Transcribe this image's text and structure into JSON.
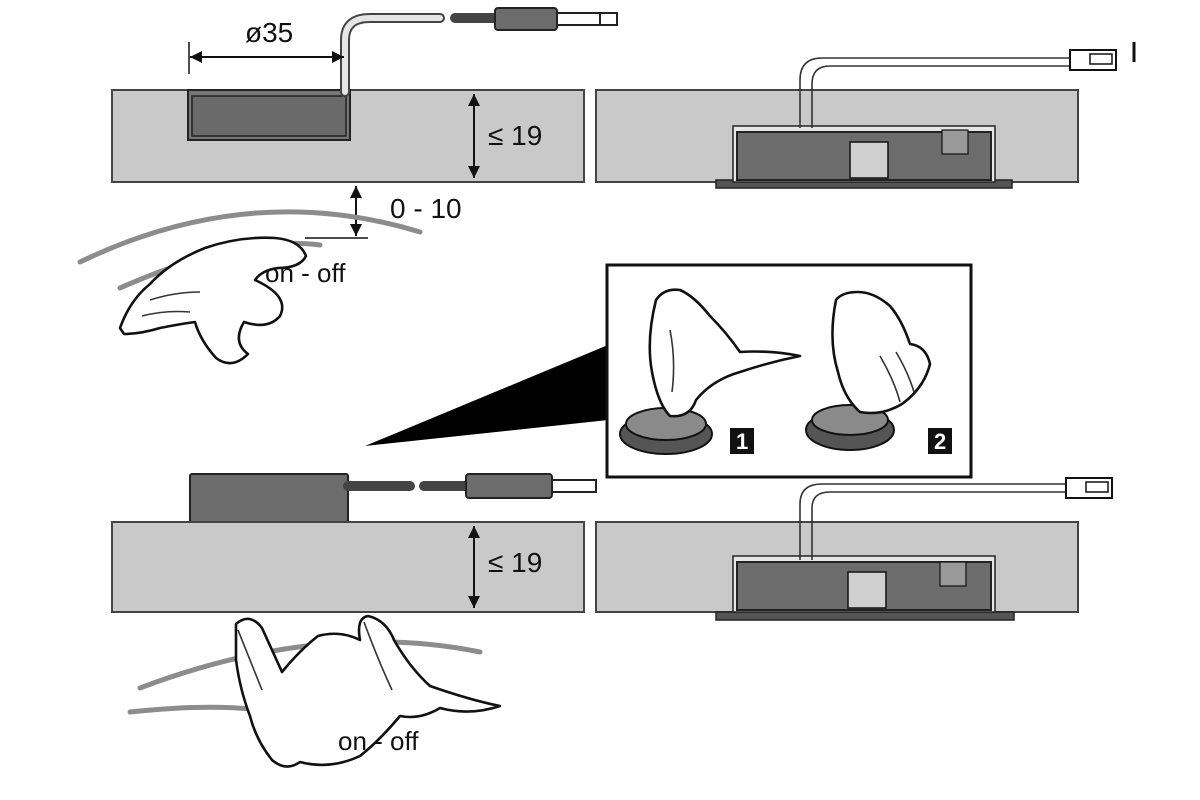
{
  "labels": {
    "diameter": "ø35",
    "max_thickness_top": "≤ 19",
    "distance_range": "0 - 10",
    "on_off_top": "on - off",
    "max_thickness_bottom": "≤ 19",
    "on_off_bottom": "on - off"
  },
  "steps": {
    "step1": "1",
    "step2": "2"
  }
}
